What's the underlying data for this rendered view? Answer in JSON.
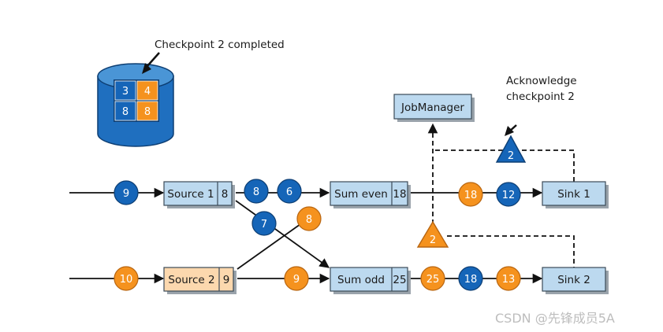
{
  "colors": {
    "blue": "#1565b8",
    "orange": "#f5921e",
    "box_blue": "#bcd9ef",
    "box_orange": "#fcd8ae",
    "box_shadow": "#9aa3ab"
  },
  "state_store": {
    "callout": "Checkpoint 2 completed",
    "cells": [
      "3",
      "4",
      "8",
      "8"
    ]
  },
  "job_manager": {
    "label": "JobManager"
  },
  "acknowledge": {
    "line1": "Acknowledge",
    "line2": "checkpoint 2"
  },
  "sources": [
    {
      "label": "Source 1",
      "value": "8",
      "input_record": "9"
    },
    {
      "label": "Source 2",
      "value": "9",
      "input_record": "10"
    }
  ],
  "operators": [
    {
      "label": "Sum even",
      "value": "18"
    },
    {
      "label": "Sum odd",
      "value": "25"
    }
  ],
  "sinks": [
    {
      "label": "Sink 1"
    },
    {
      "label": "Sink 2"
    }
  ],
  "records": {
    "s1_to_even_a": "8",
    "s1_to_even_b": "6",
    "s1_to_odd": "7",
    "s2_to_even": "8",
    "s2_to_odd": "9",
    "even_to_sink_a": "18",
    "even_to_sink_b": "12",
    "odd_to_sink_a": "25",
    "odd_to_sink_b": "18",
    "odd_to_sink_c": "13"
  },
  "barriers": {
    "acknowledged": "2",
    "pending": "2"
  },
  "watermark": "CSDN @先锋成员5A"
}
